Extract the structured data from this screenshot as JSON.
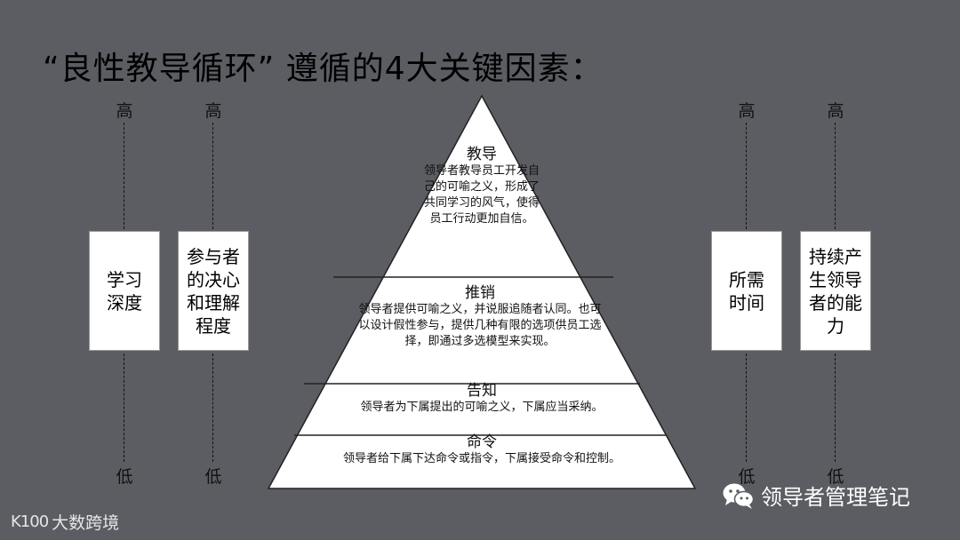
{
  "title": "“良性教导循环” 遵循的4大关键因素：",
  "scale_high": "高",
  "scale_low": "低",
  "factors": {
    "learning_depth": "学习深度",
    "participant_commitment": "参与者的决心和理解程度",
    "time_needed": "所需时间",
    "sustained_leadership": "持续产生领导者的能力"
  },
  "pyramid": {
    "levels": [
      {
        "title": "教导",
        "text": "领导者教导员工开发自己的可喻之义，形成了共同学习的风气，使得员工行动更加自信。"
      },
      {
        "title": "推销",
        "text": "领导者提供可喻之义，并说服追随者认同。也可以设计假性参与，提供几种有限的选项供员工选择，即通过多选模型来实现。"
      },
      {
        "title": "告知",
        "text": "领导者为下属提出的可喻之义，下属应当采纳。"
      },
      {
        "title": "命令",
        "text": "领导者给下属下达命令或指令，下属接受命令和控制。"
      }
    ]
  },
  "watermark": {
    "icon": "wechat-icon",
    "text": "领导者管理笔记"
  },
  "brand": {
    "mark": "K100",
    "text": "大数跨境"
  }
}
